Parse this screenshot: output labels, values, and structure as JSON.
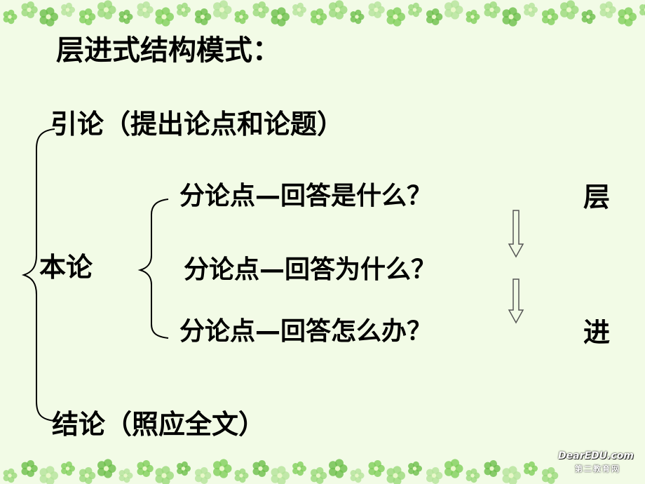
{
  "slide": {
    "title": "层进式结构模式：",
    "introduction": "引论（提出论点和论题）",
    "main_body": {
      "label": "本论",
      "sub_points": [
        "分论点—回答是什么？",
        "分论点—回答为什么？",
        "分论点—回答怎么办？"
      ]
    },
    "side_labels": [
      "层",
      "进"
    ],
    "conclusion": "结论（照应全文）"
  },
  "logo": {
    "name": "DearEDU.com",
    "subtitle": "第二教育网"
  },
  "colors": {
    "background": "#f2fbe6",
    "border_flowers": "#7fcf5a",
    "text": "#000000"
  },
  "icons": [
    "flower-border",
    "brace",
    "down-arrow"
  ]
}
